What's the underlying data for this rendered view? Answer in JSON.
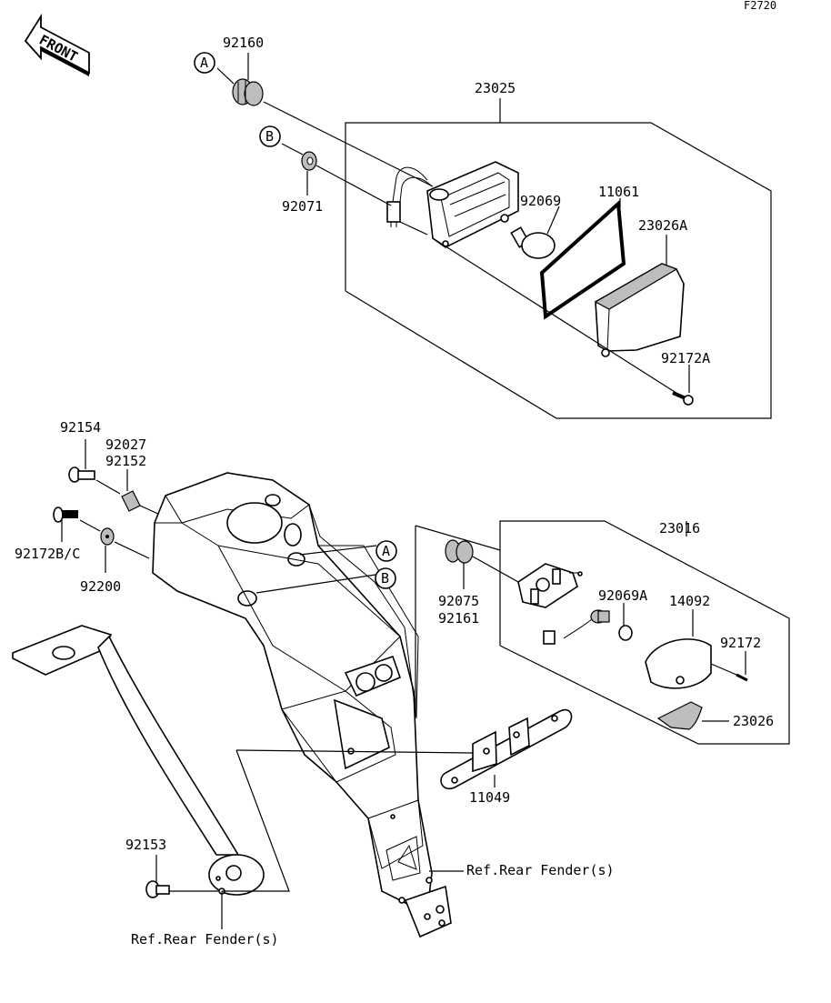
{
  "figure_id": "F2720",
  "front_arrow": {
    "text": "FRONT",
    "icon": "front-direction-arrow-icon"
  },
  "callouts": {
    "a": "A",
    "b": "B"
  },
  "labels": {
    "p92160": "92160",
    "p23025": "23025",
    "p92071": "92071",
    "p92069": "92069",
    "p11061": "11061",
    "p23026A": "23026A",
    "p92172A": "92172A",
    "p92154": "92154",
    "p92027": "92027",
    "p92152": "92152",
    "p92172BC": "92172B/C",
    "p92200": "92200",
    "p23016": "23016",
    "p92075": "92075",
    "p92161": "92161",
    "p92069A": "92069A",
    "p14092": "14092",
    "p92172": "92172",
    "p23026": "23026",
    "p11049": "11049",
    "p92153": "92153",
    "ref_rear_fender_right": "Ref.Rear Fender(s)",
    "ref_rear_fender_bottom": "Ref.Rear Fender(s)"
  }
}
